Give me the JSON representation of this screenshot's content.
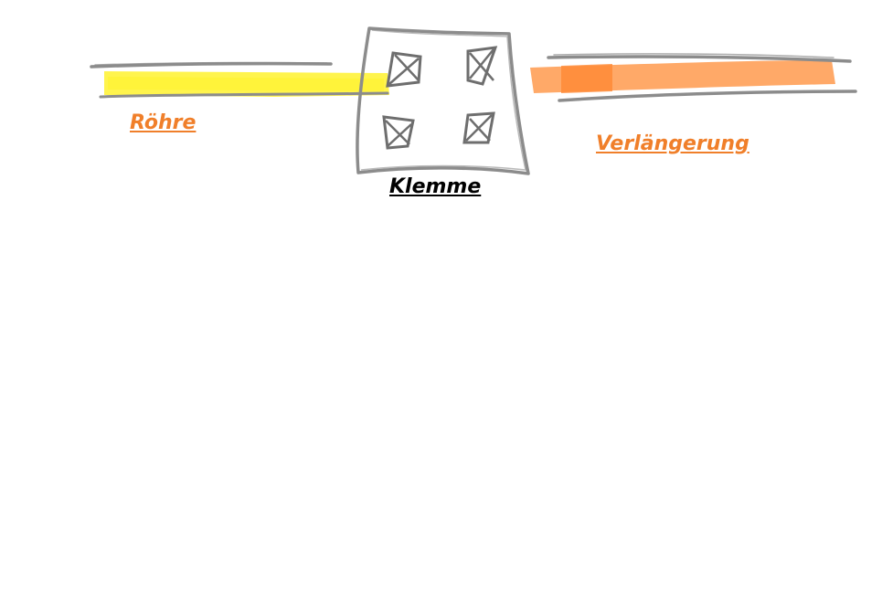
{
  "labels": {
    "tube": "Röhre",
    "extension": "Verlängerung",
    "clamp": "Klemme"
  },
  "colors": {
    "tube_fill": "#fff22e",
    "extension_fill": "#ff9a4d",
    "extension_fill_dark": "#ff8833",
    "pencil": "#8c8c8c",
    "pencil_dark": "#6e6e6e",
    "label_orange": "#f07f2a",
    "label_black": "#000000"
  }
}
